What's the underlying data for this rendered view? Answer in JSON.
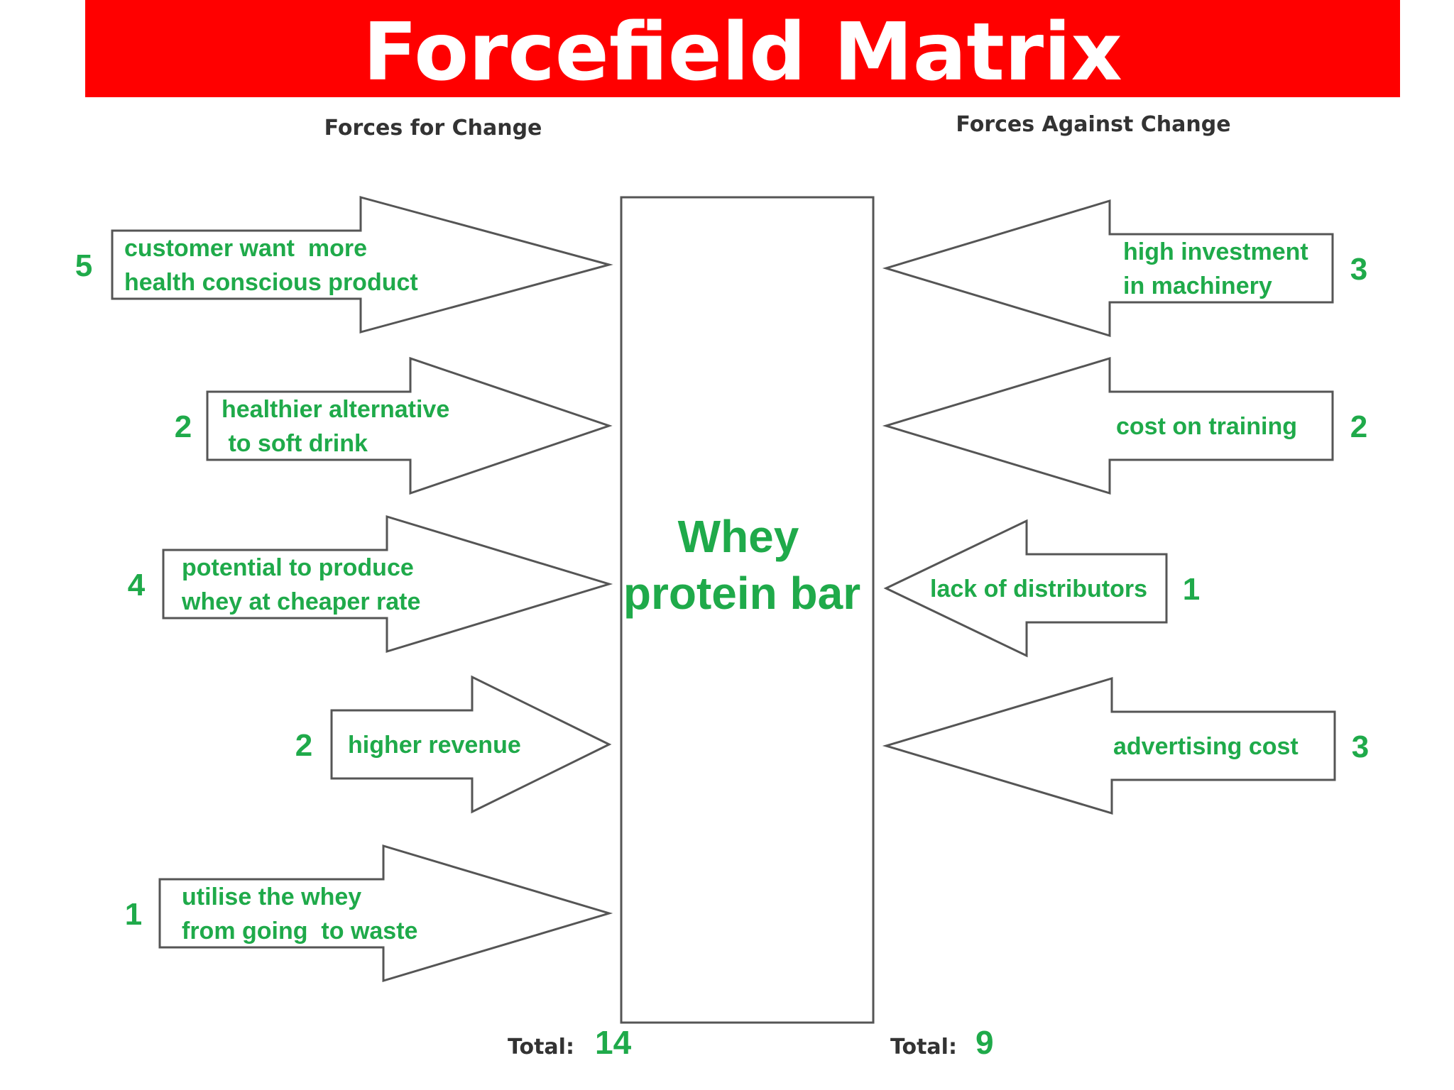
{
  "title": "Forcefield Matrix",
  "colors": {
    "title_bar": "#ff0000",
    "title_text": "#ffffff",
    "accent_green": "#1faa4a",
    "heading_text": "#333333",
    "outline": "#555555"
  },
  "headings": {
    "for": "Forces for Change",
    "against": "Forces Against Change"
  },
  "center": {
    "line1": "Whey",
    "line2": "protein bar"
  },
  "forces_for": [
    {
      "lines": [
        "customer want  more",
        "health conscious product"
      ],
      "score": "5"
    },
    {
      "lines": [
        "healthier alternative",
        " to soft drink"
      ],
      "score": "2"
    },
    {
      "lines": [
        "potential to produce",
        "whey at cheaper rate"
      ],
      "score": "4"
    },
    {
      "lines": [
        "higher revenue"
      ],
      "score": "2"
    },
    {
      "lines": [
        "utilise the whey",
        "from going  to waste"
      ],
      "score": "1"
    }
  ],
  "forces_against": [
    {
      "lines": [
        "high investment",
        "in machinery"
      ],
      "score": "3"
    },
    {
      "lines": [
        "cost on training"
      ],
      "score": "2"
    },
    {
      "lines": [
        "lack of distributors"
      ],
      "score": "1"
    },
    {
      "lines": [
        "advertising cost"
      ],
      "score": "3"
    }
  ],
  "totals": {
    "label": "Total:",
    "for_value": "14",
    "against_value": "9"
  }
}
